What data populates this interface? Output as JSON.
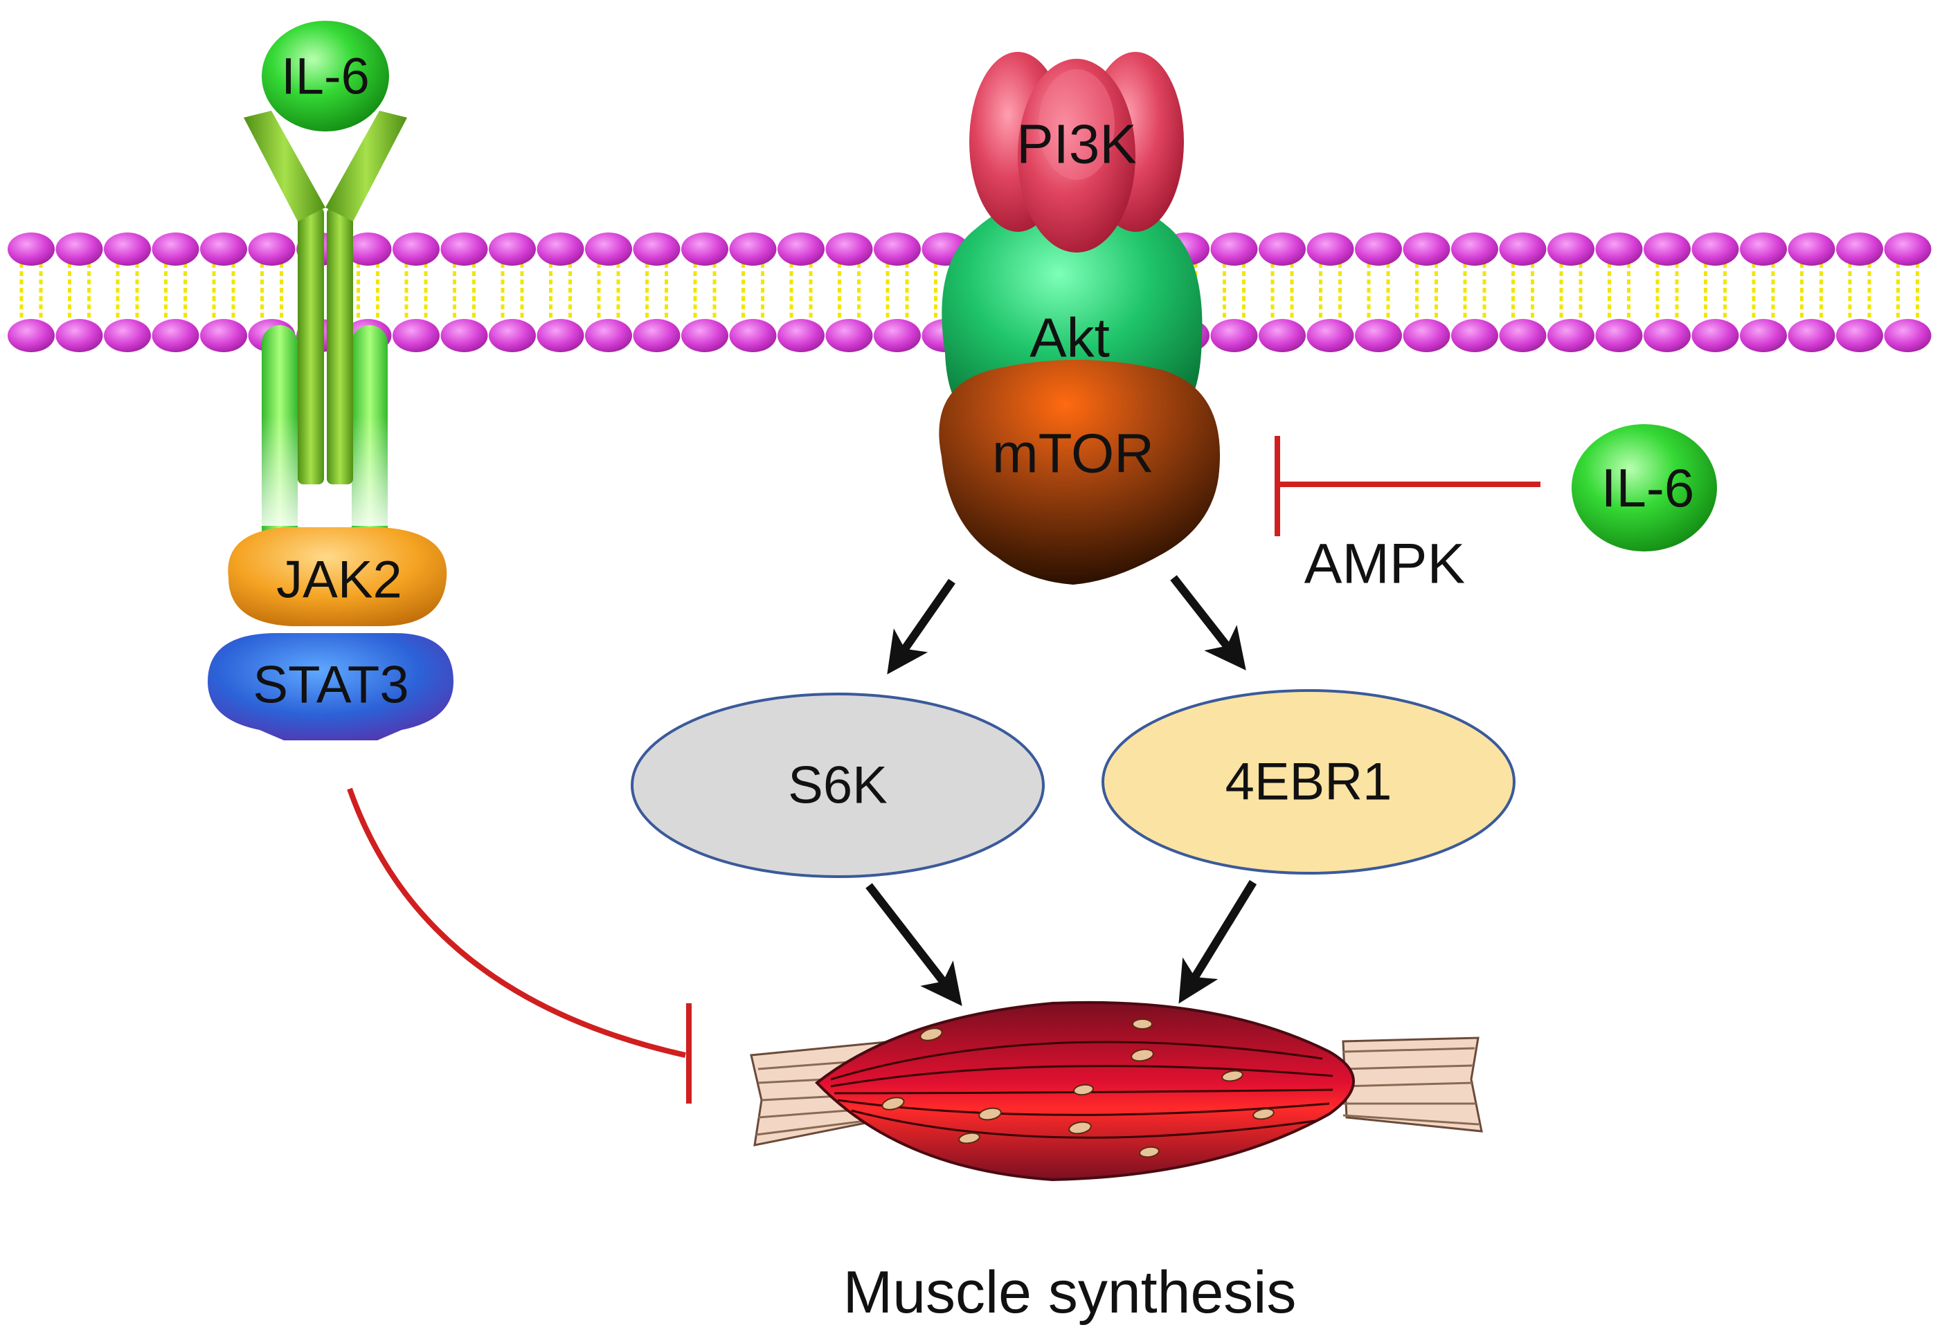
{
  "labels": {
    "il6_receptor": "IL-6",
    "il6_right": "IL-6",
    "pi3k": "PI3K",
    "akt": "Akt",
    "mtor": "mTOR",
    "ampk": "AMPK",
    "jak2": "JAK2",
    "stat3": "STAT3",
    "s6k": "S6K",
    "ebr1": "4EBR1",
    "muscle_caption": "Muscle synthesis"
  },
  "colors": {
    "membrane_head": "#d63fd6",
    "membrane_tail": "#f2e600",
    "receptor": "#7ac72b",
    "il6": "#2ed12e",
    "pi3k": "#e34a6a",
    "akt": "#22c06a",
    "mtor": "#7a3208",
    "jak2": "#f5a322",
    "stat3": "#2c5fd6",
    "s6k_fill": "#d9d9d9",
    "ebr1_fill": "#fbe3a3",
    "ellipse_stroke": "#3a5a9a",
    "inhibit": "#d01f1f",
    "activate": "#111111",
    "muscle": "#c8102e"
  },
  "icons": {
    "activation_arrow": "arrow-icon",
    "inhibition": "t-bar-inhibition-icon",
    "muscle": "muscle-fiber-icon"
  }
}
